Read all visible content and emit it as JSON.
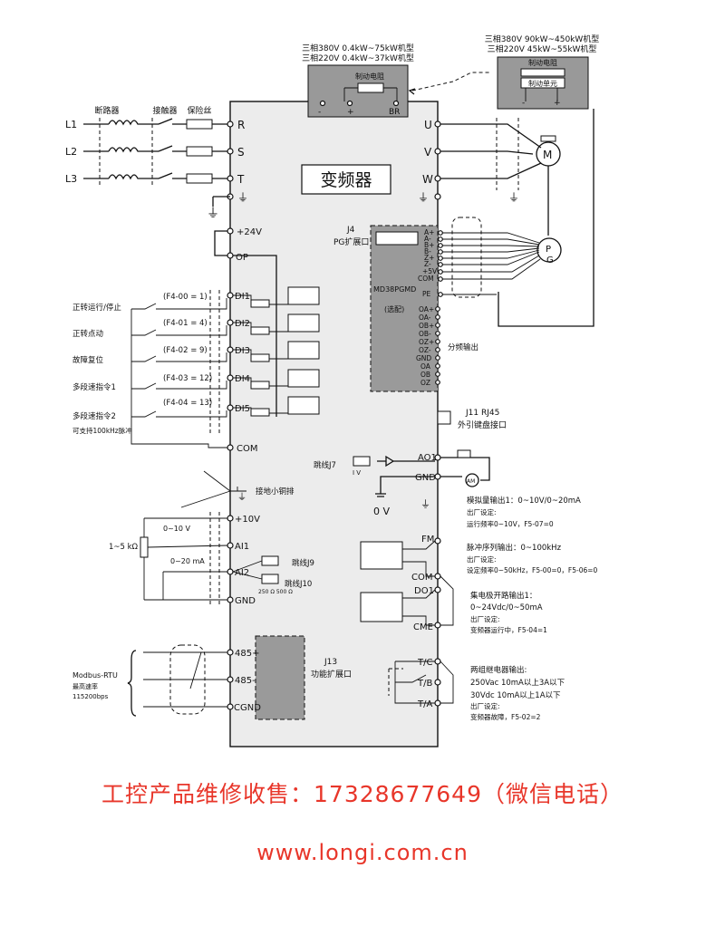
{
  "header": {
    "model_range_small": [
      "三相380V 0.4kW~75kW机型",
      "三相220V 0.4kW~37kW机型"
    ],
    "model_range_large": [
      "三相380V 90kW~450kW机型",
      "三相220V 45kW~55kW机型"
    ],
    "brake_resistor": "制动电阻",
    "brake_resistor_right": "制动电阻",
    "brake_unit": "制动单元",
    "bus_minus": "-",
    "bus_plus": "+",
    "bus_br": "BR"
  },
  "inverter": {
    "title": "变频器"
  },
  "power_input": {
    "lines": [
      "L1",
      "L2",
      "L3"
    ],
    "breaker": "断路器",
    "contactor": "接触器",
    "fuse": "保险丝",
    "terminals": [
      "R",
      "S",
      "T"
    ]
  },
  "motor_output": {
    "terminals": [
      "U",
      "V",
      "W"
    ],
    "motor": "M",
    "pg_p": "P",
    "pg_g": "G"
  },
  "power_supply": {
    "v24": "+24V",
    "op": "OP",
    "com": "COM"
  },
  "digital_inputs": [
    {
      "terminal": "DI1",
      "func": "正转运行/停止",
      "code": "(F4-00 = 1)"
    },
    {
      "terminal": "DI2",
      "func": "正转点动",
      "code": "(F4-01 = 4)"
    },
    {
      "terminal": "DI3",
      "func": "故障复位",
      "code": "(F4-02 = 9)"
    },
    {
      "terminal": "DI4",
      "func": "多段速指令1",
      "code": "(F4-03 = 12)"
    },
    {
      "terminal": "DI5",
      "func": "多段速指令2",
      "code": "(F4-04 = 13)"
    }
  ],
  "di5_note": "可支持100kHz脉冲",
  "pg_card": {
    "j4_title": "J4",
    "j4_label": "PG扩展口",
    "model": "MD38PGMD",
    "optional": "(选配)",
    "inputs": [
      "A+",
      "A-",
      "B+",
      "B-",
      "Z+",
      "Z-",
      "+5V",
      "COM",
      "PE"
    ],
    "outputs": [
      "OA+",
      "OA-",
      "OB+",
      "OB-",
      "OZ+",
      "OZ-",
      "GND",
      "OA",
      "OB",
      "OZ"
    ],
    "divider_output": "分频输出"
  },
  "keypad": {
    "title": "J11 RJ45",
    "label": "外引键盘接口"
  },
  "analog_output": {
    "ao1": "AO1",
    "gnd": "GND",
    "jumper_j7": "跳线J7",
    "jumper_marks": "I  V",
    "zero_v": "0 V",
    "meter": "AM",
    "title": "模拟量输出1：0~10V/0~20mA",
    "factory": "出厂设定:",
    "setting": "运行频率0~10V，F5-07=0"
  },
  "ground_bar": "接地小铜排",
  "analog_input": {
    "v10": "+10V",
    "ai1": "AI1",
    "ai2": "AI2",
    "gnd": "GND",
    "pot": "1~5 kΩ",
    "v_range": "0~10 V",
    "ma_range": "0~20 mA",
    "jumper_j9": "跳线J9",
    "jumper_j10": "跳线J10",
    "j10_marks": "250 Ω  500 Ω"
  },
  "pulse_output": {
    "fm": "FM",
    "com": "COM",
    "title": "脉冲序列输出：0~100kHz",
    "factory": "出厂设定:",
    "setting": "设定频率0~50kHz，F5-00=0，F5-06=0"
  },
  "open_collector": {
    "do1": "DO1",
    "cme": "CME",
    "title": "集电极开路输出1：",
    "spec": "0~24Vdc/0~50mA",
    "factory": "出厂设定:",
    "setting": "变频器运行中，F5-04=1"
  },
  "comm": {
    "t485p": "485+",
    "t485m": "485-",
    "cgnd": "CGND",
    "j13": "J13",
    "j13_label": "功能扩展口",
    "protocol": "Modbus-RTU",
    "speed_label": "最高速率",
    "speed": "115200bps"
  },
  "relay": {
    "tc": "T/C",
    "tb": "T/B",
    "ta": "T/A",
    "title": "两组继电器输出:",
    "spec1": "250Vac 10mA以上3A以下",
    "spec2": "30Vdc 10mA以上1A以下",
    "factory": "出厂设定:",
    "setting": "变频器故障，F5-02=2"
  },
  "footer": {
    "service": "工控产品维修收售：17328677649（微信电话）",
    "website": "www.longi.com.cn"
  },
  "colors": {
    "footer_text": "#e8362a",
    "expansion_gray": "#9a9a9a",
    "box_fill": "#ececec"
  }
}
